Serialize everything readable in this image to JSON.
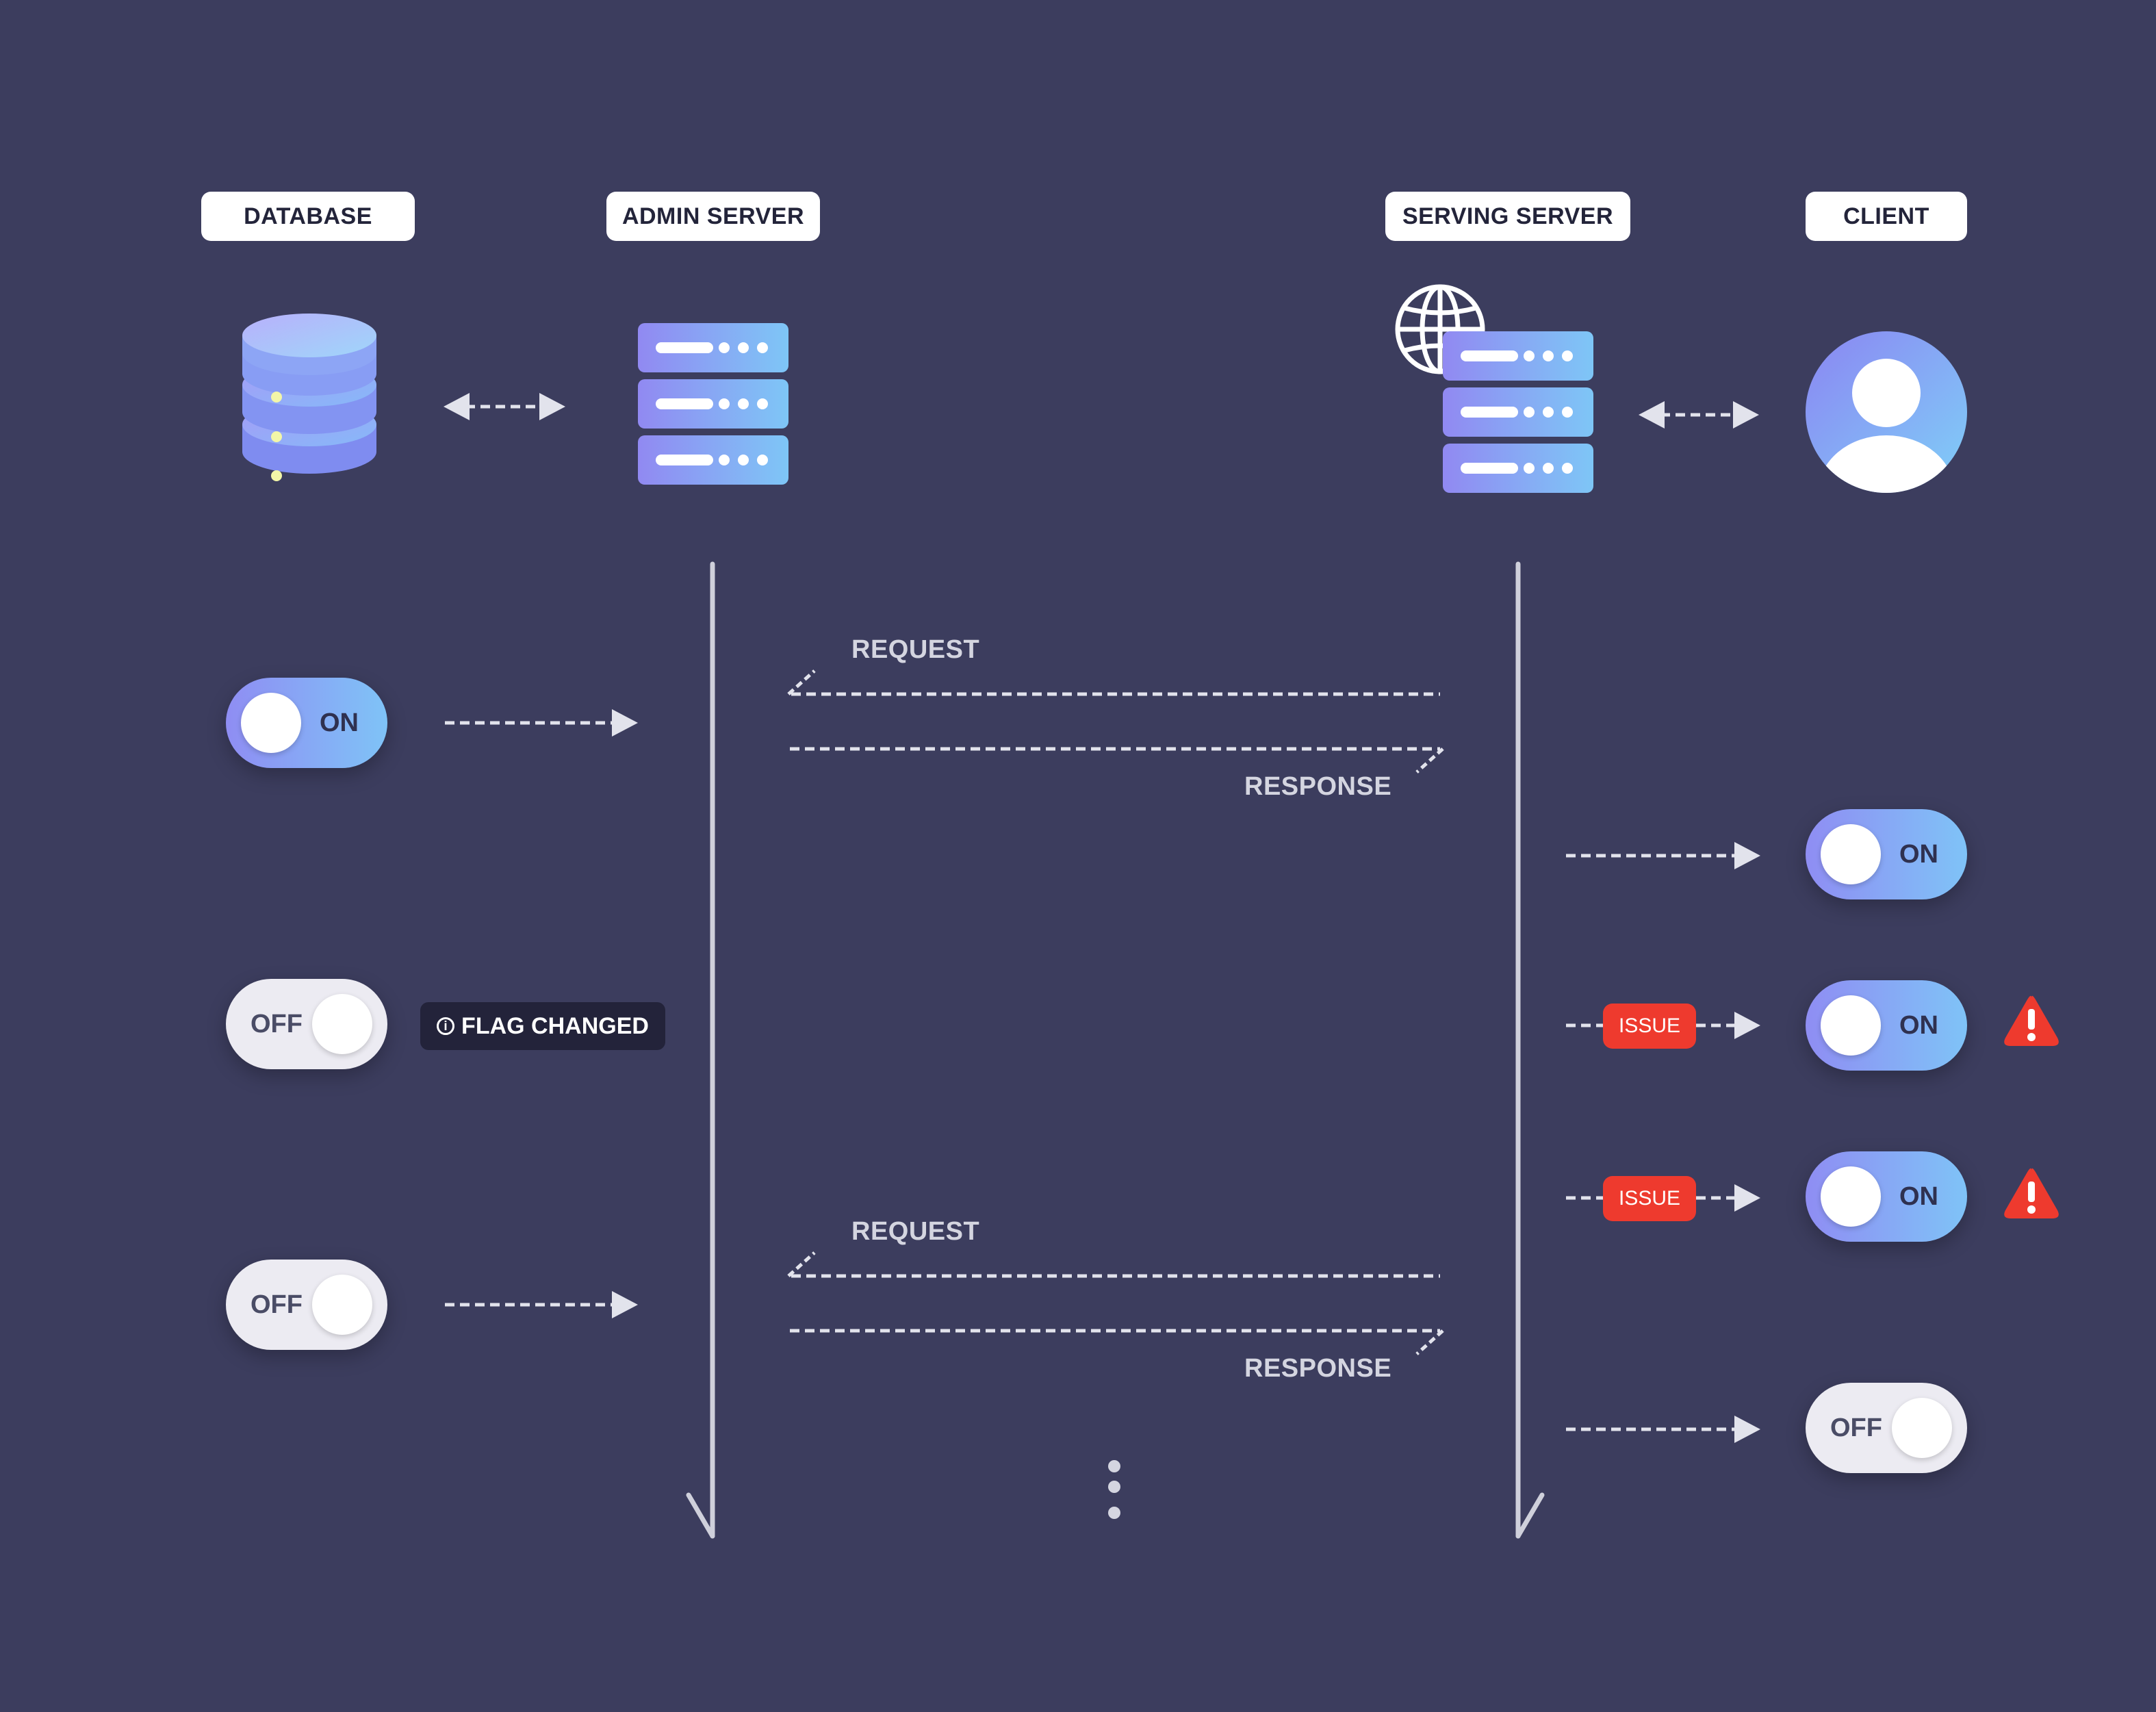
{
  "columns": {
    "database": "DATABASE",
    "admin_server": "ADMIN SERVER",
    "serving_server": "SERVING SERVER",
    "client": "CLIENT"
  },
  "icons": [
    "database-icon",
    "admin-server-icon",
    "globe-icon",
    "serving-server-icon",
    "client-avatar-icon",
    "warning-icon"
  ],
  "flows": {
    "request": "REQUEST",
    "response": "RESPONSE"
  },
  "toggles": {
    "db_1": "ON",
    "db_2": "OFF",
    "db_3": "OFF",
    "client_1": "ON",
    "client_2": "ON",
    "client_3": "ON",
    "client_4": "OFF"
  },
  "badges": {
    "flag_changed": "FLAG CHANGED",
    "info_glyph": "i",
    "issue": "ISSUE"
  },
  "colors": {
    "background": "#3c3d5e",
    "accent_start": "#8f8df3",
    "accent_end": "#7fc3f7",
    "issue": "#ee3a2e",
    "line": "#d0d1dc"
  }
}
